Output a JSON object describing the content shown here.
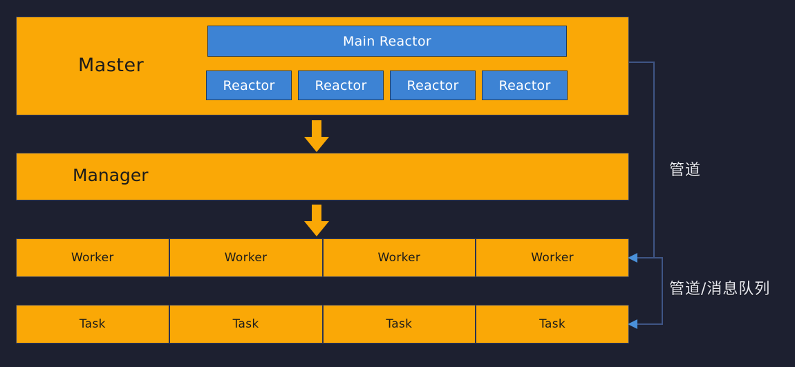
{
  "colors": {
    "background": "#1d2030",
    "orange": "#faa806",
    "blue": "#3d83d4",
    "dark_text": "#1b1b1b",
    "light_text": "#e9eaf0",
    "border": "#2b3a66",
    "arrow_blue": "#4a90d9"
  },
  "master": {
    "label": "Master",
    "main_reactor": "Main Reactor",
    "reactors": [
      {
        "label": "Reactor"
      },
      {
        "label": "Reactor"
      },
      {
        "label": "Reactor"
      },
      {
        "label": "Reactor"
      }
    ]
  },
  "manager": {
    "label": "Manager"
  },
  "workers": {
    "cells": [
      {
        "label": "Worker"
      },
      {
        "label": "Worker"
      },
      {
        "label": "Worker"
      },
      {
        "label": "Worker"
      }
    ]
  },
  "tasks": {
    "cells": [
      {
        "label": "Task"
      },
      {
        "label": "Task"
      },
      {
        "label": "Task"
      },
      {
        "label": "Task"
      }
    ]
  },
  "side_labels": {
    "pipe": "管道",
    "pipe_queue": "管道/消息队列"
  },
  "arrows": {
    "master_to_manager": "down-arrow-icon",
    "manager_to_worker": "down-arrow-icon",
    "bracket_to_worker": "left-arrow-icon",
    "bracket_to_task": "left-arrow-icon"
  }
}
